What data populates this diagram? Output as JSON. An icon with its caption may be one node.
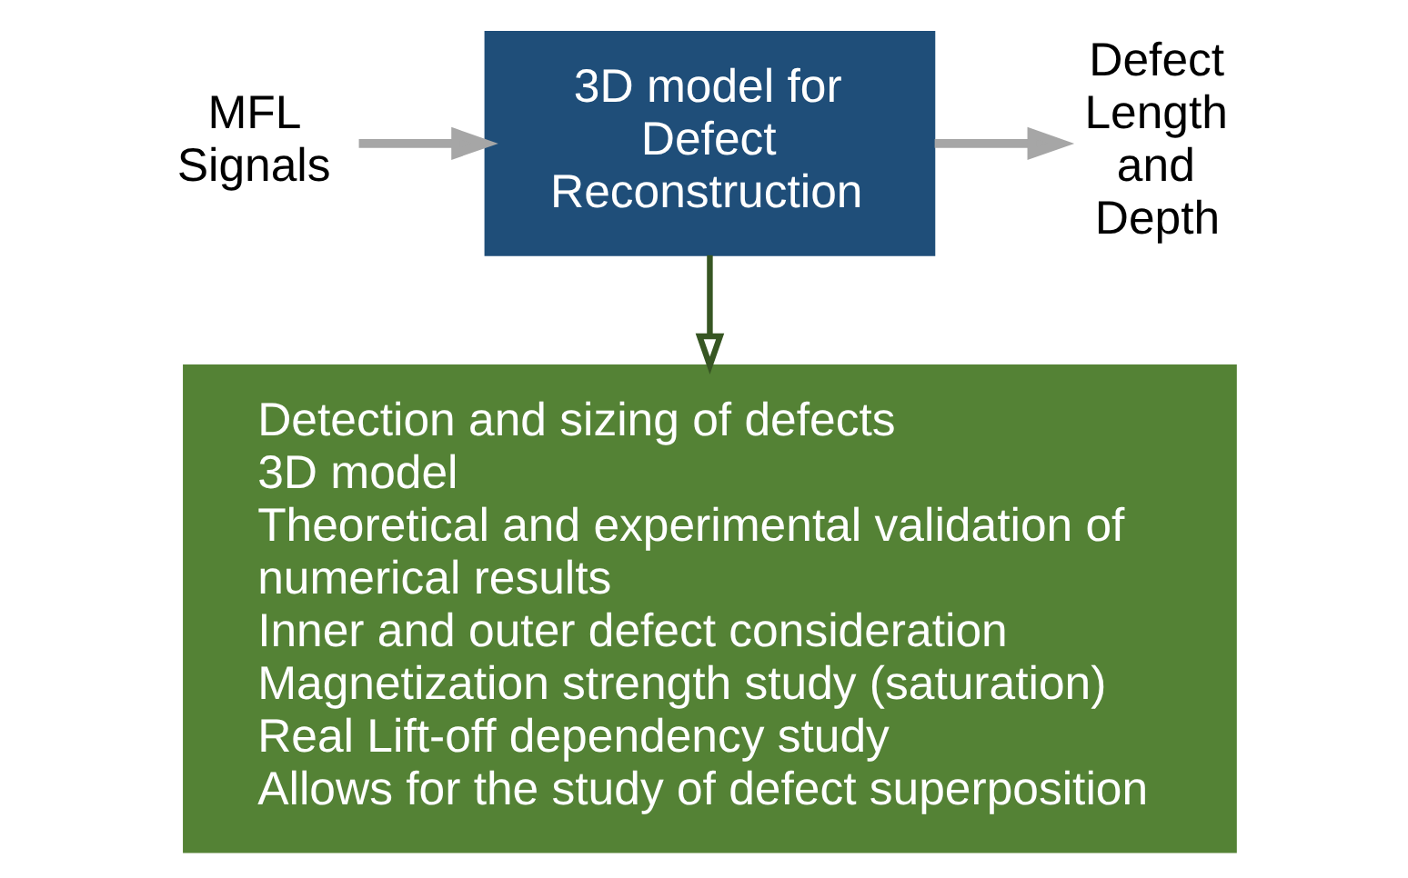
{
  "diagram": {
    "nodes": [
      {
        "text": [
          "MFL Signals"
        ]
      },
      {
        "text": [
          "3D model for Defect Reconstruction"
        ]
      },
      {
        "text": [
          "Defect Length and Depth"
        ]
      },
      {
        "text": [
          "Detection and sizing of defects",
          "3D model",
          "Theoretical and experimental validation of numerical results",
          "Inner and outer defect consideration",
          "Magnetization strength study (saturation)",
          "Real Lift-off dependency study",
          "Allows for the study of defect superposition"
        ]
      }
    ],
    "edges": [
      {
        "from": 0,
        "to": 1,
        "arrow": "to"
      },
      {
        "from": 1,
        "to": 2,
        "arrow": "to"
      },
      {
        "from": 1,
        "to": 3,
        "arrow": "to",
        "color": "#375623"
      }
    ]
  }
}
